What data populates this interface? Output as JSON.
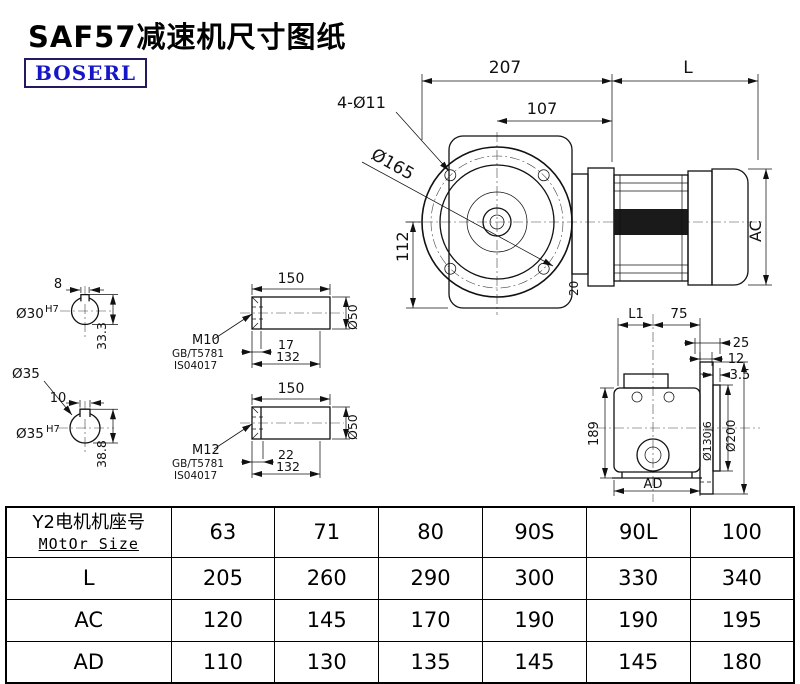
{
  "title": "SAF57减速机尺寸图纸",
  "logo": "BOSERL",
  "front": {
    "d207": "207",
    "dL": "L",
    "holes": "4-Ø11",
    "d107": "107",
    "d165": "Ø165",
    "d112": "112",
    "dAC": "AC",
    "d20": "20"
  },
  "shaft_end_1": {
    "key": "8",
    "bore": "Ø30",
    "tol": "H7",
    "depth": "33.3"
  },
  "shaft_dia": "Ø35",
  "shaft_end_2": {
    "key": "10",
    "bore": "Ø35",
    "tol": "H7",
    "depth": "38.8"
  },
  "shaft_side_1": {
    "len": "150",
    "thread": "M10",
    "std": "GB/T5781",
    "iso": "IS04017",
    "t": "17",
    "l": "132",
    "dia": "Ø50"
  },
  "shaft_side_2": {
    "len": "150",
    "thread": "M12",
    "std": "GB/T5781",
    "iso": "IS04017",
    "t": "22",
    "l": "132",
    "dia": "Ø50"
  },
  "side": {
    "L1": "L1",
    "d75": "75",
    "d25": "25",
    "d12": "12",
    "d35": "3.5",
    "d189": "189",
    "d130": "Ø130j6",
    "d200": "Ø200",
    "AD": "AD"
  },
  "table": {
    "header": {
      "cn": "Y2电机机座号",
      "en": "MOtOr Size"
    },
    "sizes": [
      "63",
      "71",
      "80",
      "90S",
      "90L",
      "100"
    ],
    "rows": [
      {
        "label": "L",
        "values": [
          "205",
          "260",
          "290",
          "300",
          "330",
          "340"
        ]
      },
      {
        "label": "AC",
        "values": [
          "120",
          "145",
          "170",
          "190",
          "190",
          "195"
        ]
      },
      {
        "label": "AD",
        "values": [
          "110",
          "130",
          "135",
          "145",
          "145",
          "180"
        ]
      }
    ]
  }
}
